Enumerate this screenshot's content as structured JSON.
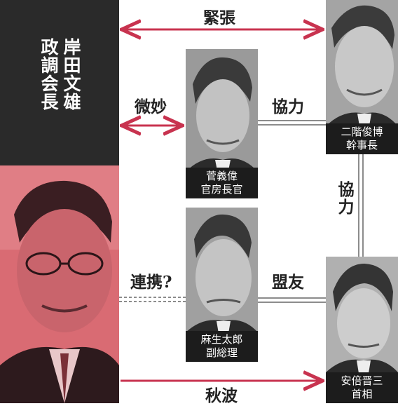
{
  "kishida": {
    "name": "岸田文雄",
    "title": "政調会長"
  },
  "people": {
    "suga": {
      "line1": "菅義偉",
      "line2": "官房長官"
    },
    "nikai": {
      "line1": "二階俊博",
      "line2": "幹事長"
    },
    "aso": {
      "line1": "麻生太郎",
      "line2": "副総理"
    },
    "abe": {
      "line1": "安倍晋三",
      "line2": "首相"
    }
  },
  "relations": {
    "kishida_nikai": "緊張",
    "kishida_suga": "微妙",
    "suga_nikai": "協力",
    "nikai_abe": "協力",
    "kishida_aso": "連携?",
    "aso_abe": "盟友",
    "kishida_abe": "秋波"
  },
  "colors": {
    "arrow_red": "#c8334f",
    "connector_gray": "#8c8c8c",
    "kishida_tint": "#d96b73",
    "dark_panel": "#2a2a2a"
  }
}
